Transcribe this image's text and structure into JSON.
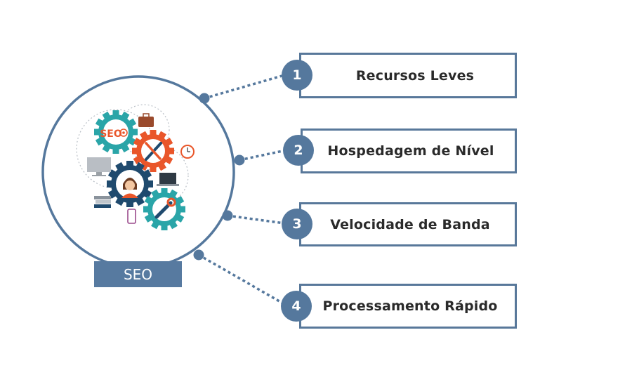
{
  "hub": {
    "label": "SEO",
    "gear_badge_text": "SEO"
  },
  "items": [
    {
      "number": "1",
      "label": "Recursos Leves"
    },
    {
      "number": "2",
      "label": "Hospedagem de Nível"
    },
    {
      "number": "3",
      "label": "Velocidade de Banda"
    },
    {
      "number": "4",
      "label": "Processamento Rápido"
    }
  ],
  "colors": {
    "accent": "#55789d",
    "teal": "#2aa5a8",
    "orange": "#e9562a",
    "navy": "#1f4a6e"
  }
}
